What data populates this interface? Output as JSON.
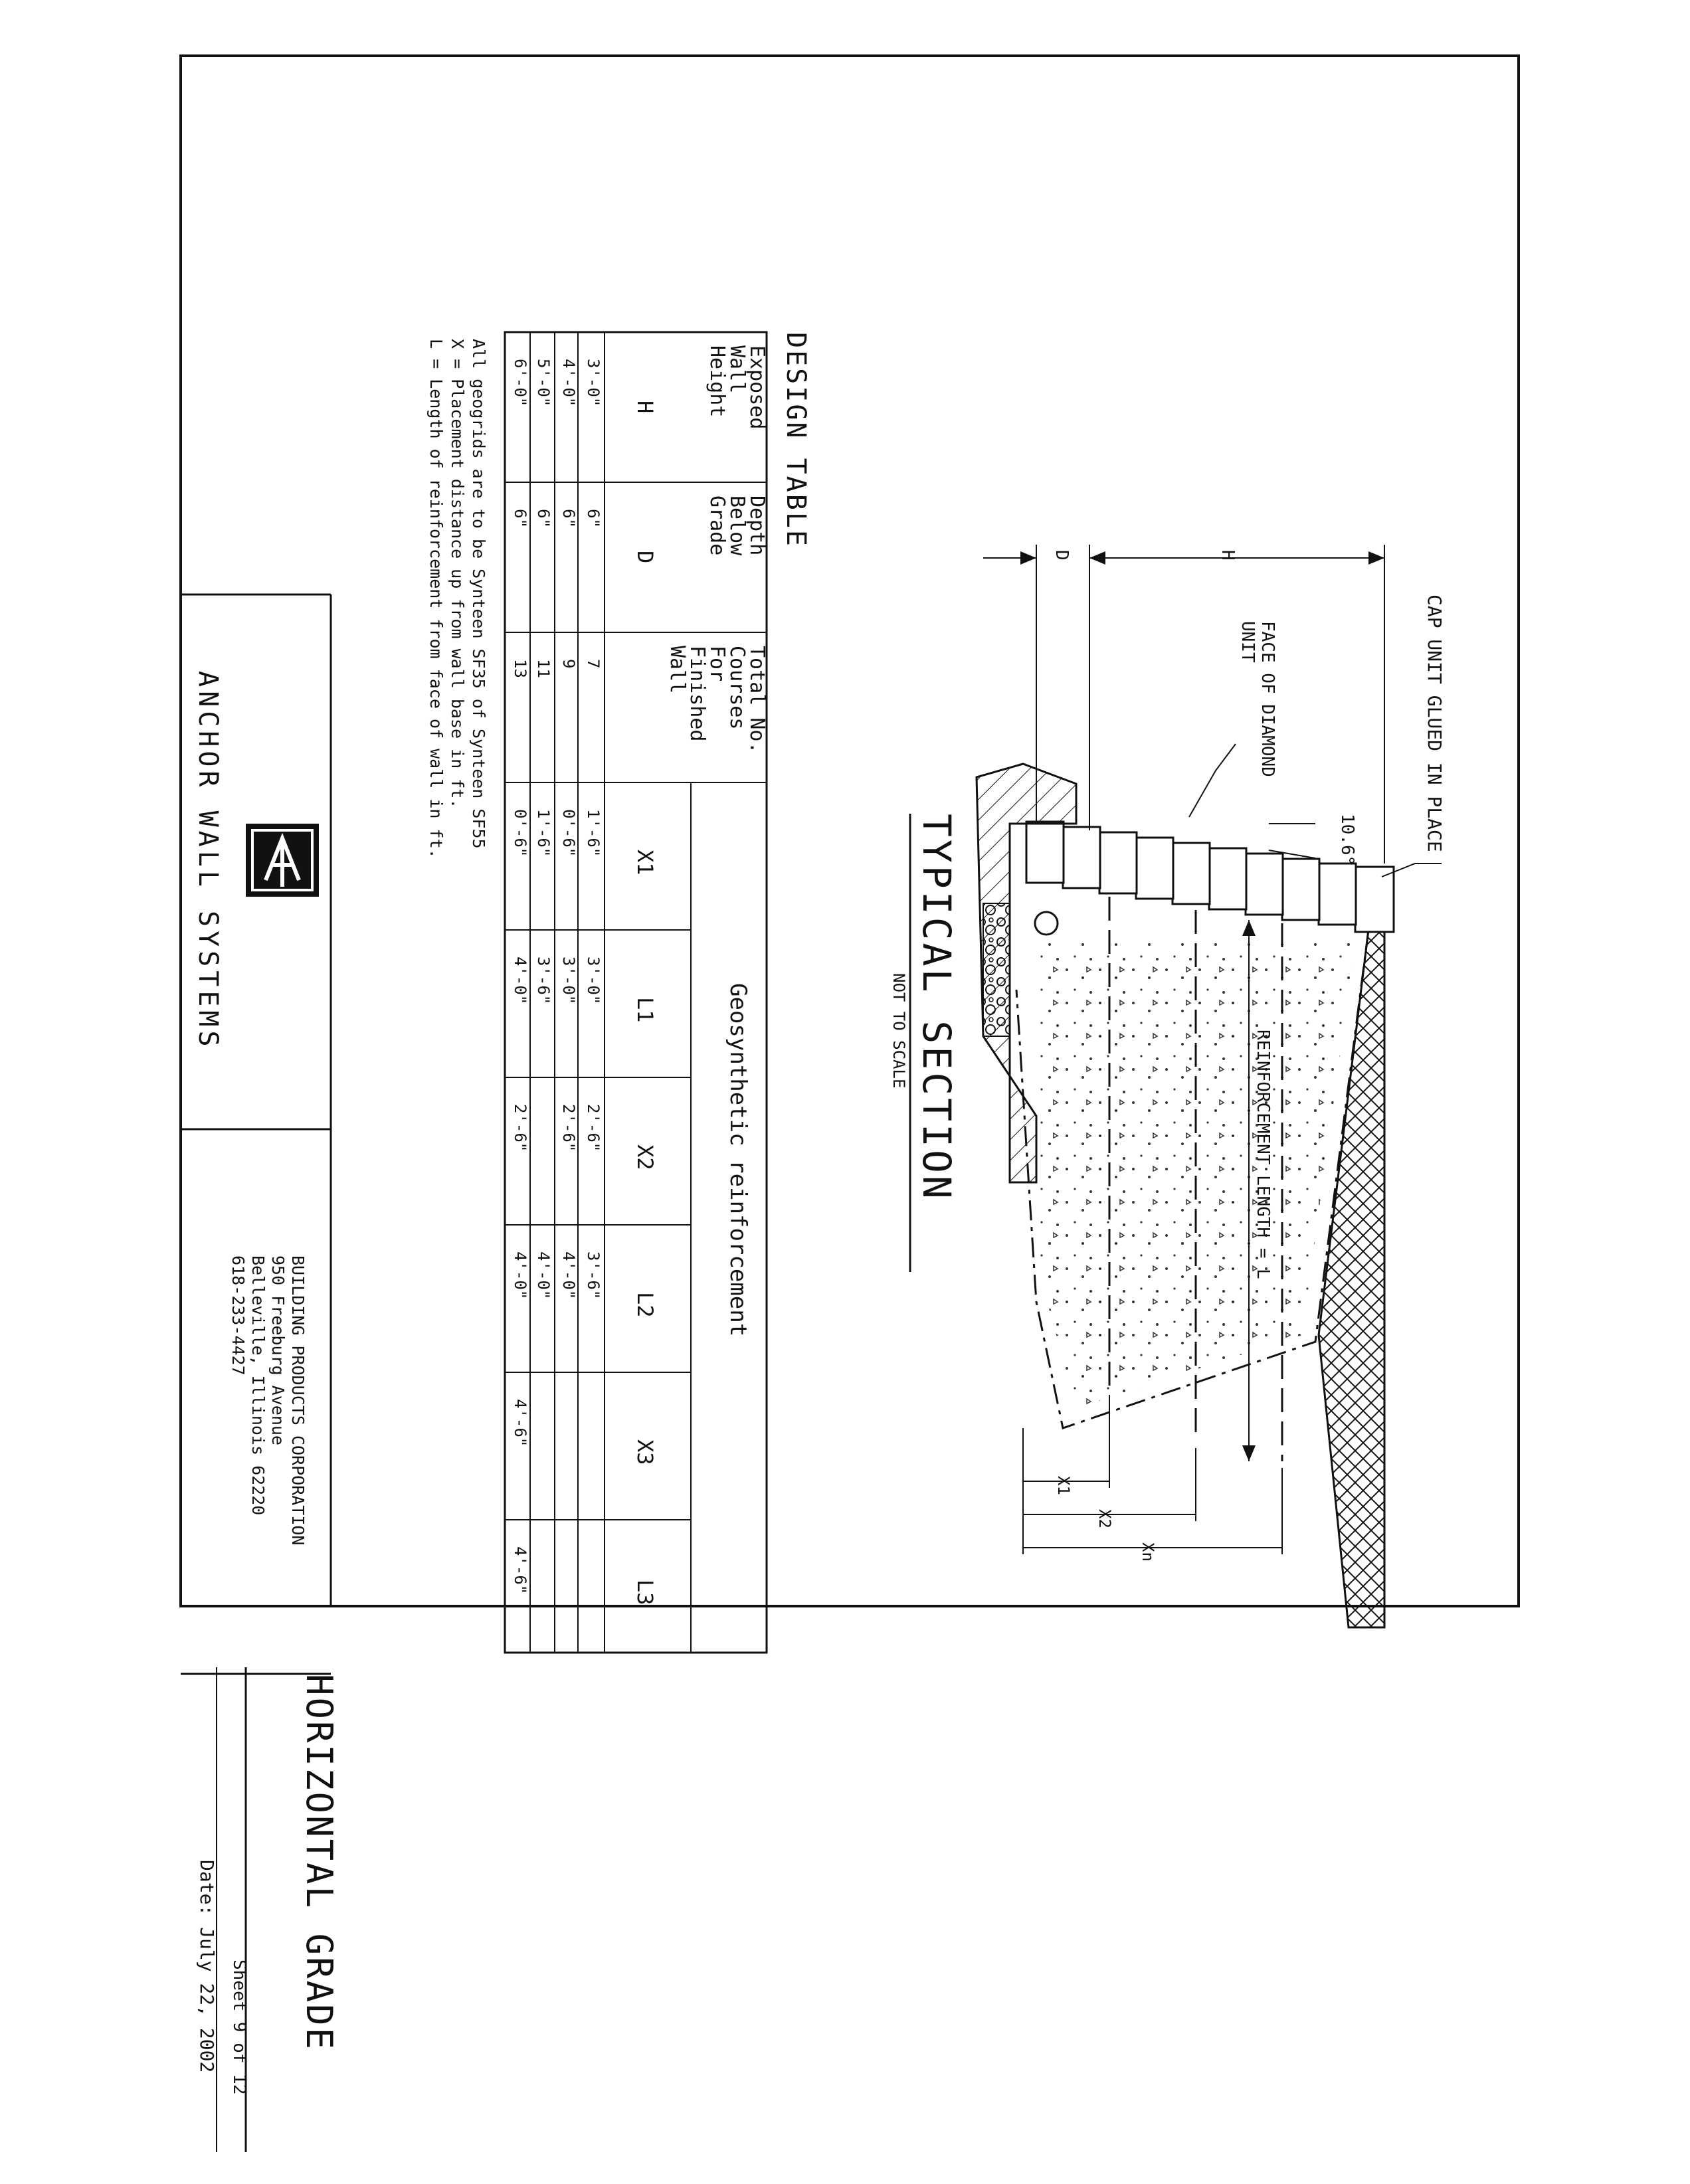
{
  "colors": {
    "ink": "#111111",
    "paper": "#ffffff"
  },
  "title_block": {
    "drawing_title": "HORIZONTAL GRADE",
    "sheet": "Sheet 9 of 12",
    "date": "Date:  July 22, 2002",
    "company": "ANCHOR WALL SYSTEMS",
    "logo_icon": "anchor-wall-logo-icon",
    "corp_lines": [
      "BUILDING PRODUCTS CORPORATION",
      "950 Freeburg Avenue",
      "Belleville, Illinois 62220",
      "618-233-4427"
    ]
  },
  "section": {
    "title": "TYPICAL SECTION",
    "subtitle": "NOT TO SCALE",
    "cap_label": "CAP UNIT GLUED IN PLACE",
    "face_label_1": "FACE OF DIAMOND",
    "face_label_2": "UNIT",
    "angle": "10.6°",
    "reinf_label": "REINFORCEMENT LENGTH = L",
    "dim_h": "H",
    "dim_d": "D",
    "dim_x1": "X1",
    "dim_x2": "X2",
    "dim_xn": "Xn"
  },
  "design_table": {
    "title": "DESIGN TABLE",
    "col1": [
      "Exposed",
      "Wall",
      "Height"
    ],
    "col2": [
      "Depth",
      "Below",
      "Grade"
    ],
    "col3": [
      "Total No.",
      "Courses",
      "For",
      "Finished",
      "Wall"
    ],
    "geo_header": "Geosynthetic reinforcement",
    "symbols": [
      "H",
      "D",
      "",
      "X1",
      "L1",
      "X2",
      "L2",
      "X3",
      "L3"
    ],
    "rows": [
      [
        "3'-0\"",
        "6\"",
        "7",
        "1'-6\"",
        "3'-0\"",
        "2'-6\"",
        "3'-6\"",
        "",
        ""
      ],
      [
        "4'-0\"",
        "6\"",
        "9",
        "0'-6\"",
        "3'-0\"",
        "2'-6\"",
        "4'-0\"",
        "",
        ""
      ],
      [
        "5'-0\"",
        "6\"",
        "11",
        "1'-6\"",
        "3'-6\"",
        "",
        "4'-0\"",
        "",
        ""
      ],
      [
        "6'-0\"",
        "6\"",
        "13",
        "0'-6\"",
        "4'-0\"",
        "2'-6\"",
        "4'-0\"",
        "4'-6\"",
        "4'-6\""
      ]
    ]
  },
  "notes": [
    "All geogrids are to be Synteen SF35 of Synteen SF55",
    "X = Placement distance up from wall base in ft.",
    "L = Length of reinforcement from face of wall in ft."
  ]
}
